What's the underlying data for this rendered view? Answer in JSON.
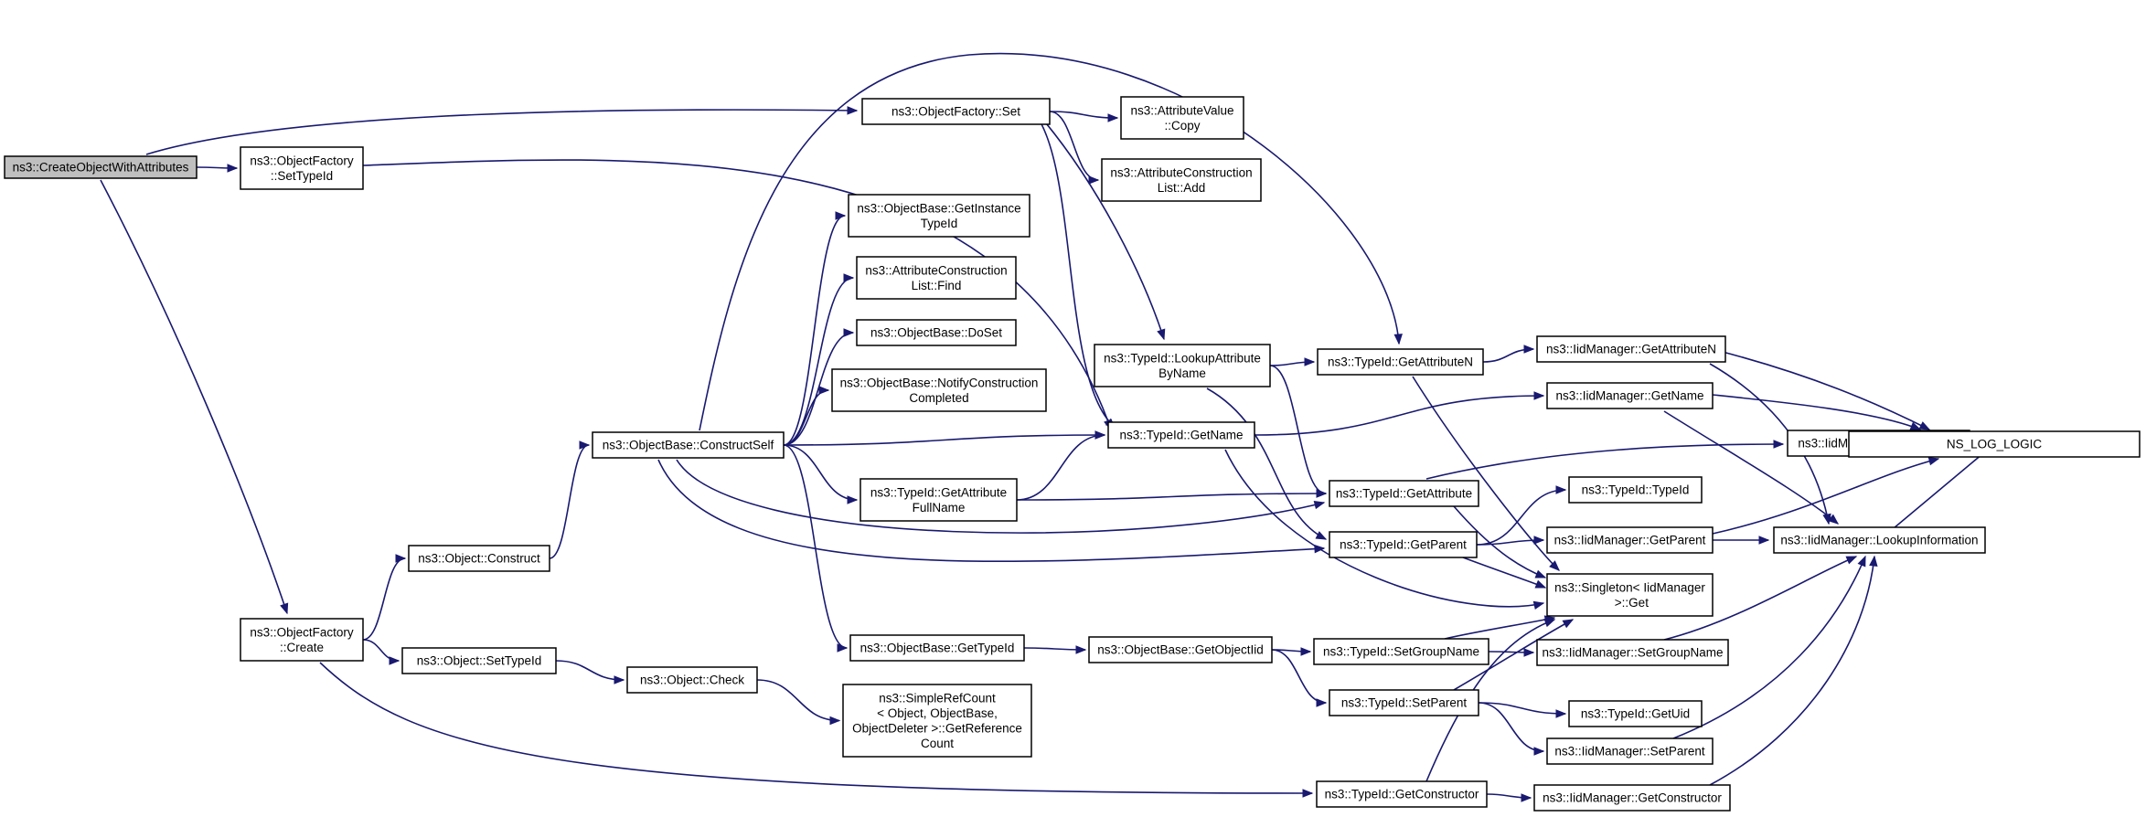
{
  "colors": {
    "edge": "#191970",
    "root_fill": "#bfbfbf",
    "node_fill": "#ffffff",
    "node_border": "#000000"
  },
  "nodes": [
    {
      "id": "createObj",
      "lines": [
        "ns3::CreateObjectWithAttributes"
      ],
      "root": true
    },
    {
      "id": "ofSetTypeId",
      "lines": [
        "ns3::ObjectFactory",
        "::SetTypeId"
      ]
    },
    {
      "id": "ofSet",
      "lines": [
        "ns3::ObjectFactory::Set"
      ]
    },
    {
      "id": "avCopy",
      "lines": [
        "ns3::AttributeValue",
        "::Copy"
      ]
    },
    {
      "id": "aclAdd",
      "lines": [
        "ns3::AttributeConstruction",
        "List::Add"
      ]
    },
    {
      "id": "obGetInstance",
      "lines": [
        "ns3::ObjectBase::GetInstance",
        "TypeId"
      ]
    },
    {
      "id": "aclFind",
      "lines": [
        "ns3::AttributeConstruction",
        "List::Find"
      ]
    },
    {
      "id": "obDoSet",
      "lines": [
        "ns3::ObjectBase::DoSet"
      ]
    },
    {
      "id": "obNotify",
      "lines": [
        "ns3::ObjectBase::NotifyConstruction",
        "Completed"
      ]
    },
    {
      "id": "obConstructSelf",
      "lines": [
        "ns3::ObjectBase::ConstructSelf"
      ]
    },
    {
      "id": "tidLookup",
      "lines": [
        "ns3::TypeId::LookupAttribute",
        "ByName"
      ]
    },
    {
      "id": "tidGetAttrN",
      "lines": [
        "ns3::TypeId::GetAttributeN"
      ]
    },
    {
      "id": "iidGetAttrN",
      "lines": [
        "ns3::IidManager::GetAttributeN"
      ]
    },
    {
      "id": "tidGetName",
      "lines": [
        "ns3::TypeId::GetName"
      ]
    },
    {
      "id": "iidGetName",
      "lines": [
        "ns3::IidManager::GetName"
      ]
    },
    {
      "id": "iidGetAttr",
      "lines": [
        "ns3::IidManager::GetAttribute"
      ]
    },
    {
      "id": "nsLog",
      "lines": [
        "NS_LOG_LOGIC"
      ]
    },
    {
      "id": "tidGetAttrFull",
      "lines": [
        "ns3::TypeId::GetAttribute",
        "FullName"
      ]
    },
    {
      "id": "tidGetAttr",
      "lines": [
        "ns3::TypeId::GetAttribute"
      ]
    },
    {
      "id": "tidTypeId",
      "lines": [
        "ns3::TypeId::TypeId"
      ]
    },
    {
      "id": "oConstruct",
      "lines": [
        "ns3::Object::Construct"
      ]
    },
    {
      "id": "tidGetParent",
      "lines": [
        "ns3::TypeId::GetParent"
      ]
    },
    {
      "id": "iidGetParent",
      "lines": [
        "ns3::IidManager::GetParent"
      ]
    },
    {
      "id": "iidLookupInfo",
      "lines": [
        "ns3::IidManager::LookupInformation"
      ]
    },
    {
      "id": "singletonGet",
      "lines": [
        "ns3::Singleton< IidManager",
        " >::Get"
      ]
    },
    {
      "id": "ofCreate",
      "lines": [
        "ns3::ObjectFactory",
        "::Create"
      ]
    },
    {
      "id": "obGetTypeId",
      "lines": [
        "ns3::ObjectBase::GetTypeId"
      ]
    },
    {
      "id": "obGetObjectIid",
      "lines": [
        "ns3::ObjectBase::GetObjectIid"
      ]
    },
    {
      "id": "tidSetGroup",
      "lines": [
        "ns3::TypeId::SetGroupName"
      ]
    },
    {
      "id": "iidSetGroup",
      "lines": [
        "ns3::IidManager::SetGroupName"
      ]
    },
    {
      "id": "oSetTypeId",
      "lines": [
        "ns3::Object::SetTypeId"
      ]
    },
    {
      "id": "oCheck",
      "lines": [
        "ns3::Object::Check"
      ]
    },
    {
      "id": "srcGetRef",
      "lines": [
        "ns3::SimpleRefCount",
        "< Object, ObjectBase,",
        "ObjectDeleter >::GetReference",
        "Count"
      ]
    },
    {
      "id": "tidSetParent",
      "lines": [
        "ns3::TypeId::SetParent"
      ]
    },
    {
      "id": "tidGetUid",
      "lines": [
        "ns3::TypeId::GetUid"
      ]
    },
    {
      "id": "iidSetParent",
      "lines": [
        "ns3::IidManager::SetParent"
      ]
    },
    {
      "id": "tidGetCtor",
      "lines": [
        "ns3::TypeId::GetConstructor"
      ]
    },
    {
      "id": "iidGetCtor",
      "lines": [
        "ns3::IidManager::GetConstructor"
      ]
    }
  ],
  "edges": [
    [
      "createObj",
      "ofSetTypeId"
    ],
    [
      "createObj",
      "ofSet"
    ],
    [
      "createObj",
      "ofCreate"
    ],
    [
      "ofSetTypeId",
      "tidGetName"
    ],
    [
      "ofSet",
      "avCopy"
    ],
    [
      "ofSet",
      "aclAdd"
    ],
    [
      "ofSet",
      "tidLookup"
    ],
    [
      "ofSet",
      "tidGetName"
    ],
    [
      "obConstructSelf",
      "tidGetAttrN"
    ],
    [
      "obConstructSelf",
      "obGetInstance"
    ],
    [
      "obConstructSelf",
      "aclFind"
    ],
    [
      "obConstructSelf",
      "obDoSet"
    ],
    [
      "obConstructSelf",
      "obNotify"
    ],
    [
      "obConstructSelf",
      "tidGetName"
    ],
    [
      "obConstructSelf",
      "tidGetAttrFull"
    ],
    [
      "obConstructSelf",
      "tidGetAttr"
    ],
    [
      "obConstructSelf",
      "tidGetParent"
    ],
    [
      "obConstructSelf",
      "obGetTypeId"
    ],
    [
      "tidLookup",
      "tidGetAttrN"
    ],
    [
      "tidLookup",
      "tidGetAttr"
    ],
    [
      "tidLookup",
      "tidGetParent"
    ],
    [
      "tidGetAttrN",
      "iidGetAttrN"
    ],
    [
      "tidGetAttrN",
      "singletonGet"
    ],
    [
      "iidGetAttrN",
      "nsLog"
    ],
    [
      "iidGetAttrN",
      "iidLookupInfo"
    ],
    [
      "tidGetName",
      "iidGetName"
    ],
    [
      "tidGetName",
      "singletonGet"
    ],
    [
      "iidGetName",
      "nsLog"
    ],
    [
      "iidGetName",
      "iidLookupInfo"
    ],
    [
      "tidGetAttrFull",
      "tidGetName"
    ],
    [
      "tidGetAttrFull",
      "tidGetAttr"
    ],
    [
      "tidGetAttr",
      "iidGetAttr"
    ],
    [
      "tidGetAttr",
      "singletonGet"
    ],
    [
      "iidGetAttr",
      "nsLog"
    ],
    [
      "tidGetParent",
      "tidTypeId"
    ],
    [
      "tidGetParent",
      "iidGetParent"
    ],
    [
      "tidGetParent",
      "singletonGet"
    ],
    [
      "iidGetParent",
      "iidLookupInfo"
    ],
    [
      "iidGetParent",
      "nsLog"
    ],
    [
      "iidLookupInfo",
      "nsLog"
    ],
    [
      "oConstruct",
      "obConstructSelf"
    ],
    [
      "ofCreate",
      "oConstruct"
    ],
    [
      "ofCreate",
      "oSetTypeId"
    ],
    [
      "ofCreate",
      "tidGetCtor"
    ],
    [
      "oSetTypeId",
      "oCheck"
    ],
    [
      "oCheck",
      "srcGetRef"
    ],
    [
      "obGetTypeId",
      "obGetObjectIid"
    ],
    [
      "obGetObjectIid",
      "tidSetGroup"
    ],
    [
      "obGetObjectIid",
      "tidSetParent"
    ],
    [
      "tidSetGroup",
      "iidSetGroup"
    ],
    [
      "tidSetGroup",
      "singletonGet"
    ],
    [
      "iidSetGroup",
      "iidLookupInfo"
    ],
    [
      "tidSetParent",
      "tidGetUid"
    ],
    [
      "tidSetParent",
      "iidSetParent"
    ],
    [
      "tidSetParent",
      "singletonGet"
    ],
    [
      "iidSetParent",
      "iidLookupInfo"
    ],
    [
      "tidGetCtor",
      "iidGetCtor"
    ],
    [
      "tidGetCtor",
      "singletonGet"
    ],
    [
      "iidGetCtor",
      "iidLookupInfo"
    ]
  ]
}
